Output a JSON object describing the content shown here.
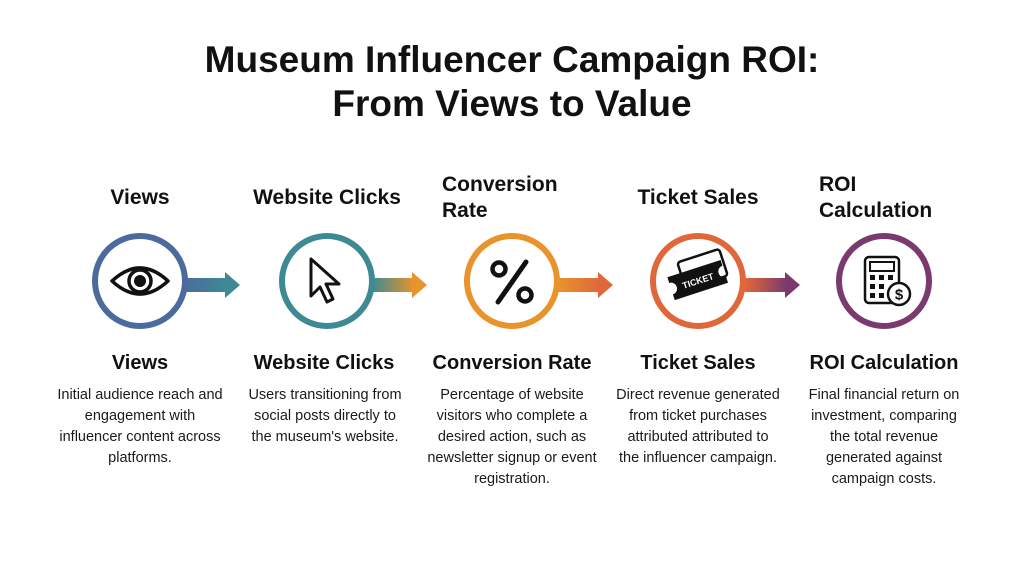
{
  "title": {
    "line1": "Museum Influencer Campaign ROI:",
    "line2": "From Views to Value"
  },
  "steps": [
    {
      "top_label": "Views",
      "label": "Views",
      "description": "Initial audience reach and engagement with influencer content across platforms.",
      "icon": "eye-icon",
      "color": "#4C6B9C"
    },
    {
      "top_label": "Website Clicks",
      "label": "Website Clicks",
      "description": "Users transitioning from social posts directly to the museum's website.",
      "icon": "cursor-icon",
      "color": "#3E8A94"
    },
    {
      "top_label": "Conversion Rate",
      "label": "Conversion Rate",
      "description": "Percentage of website visitors who complete a desired action, such as newsletter signup or event registration.",
      "icon": "percent-icon",
      "color": "#E8932C"
    },
    {
      "top_label": "Ticket Sales",
      "label": "Ticket Sales",
      "description": "Direct revenue generated from ticket purchases attributed attributed to the influencer campaign.",
      "icon": "ticket-icon",
      "color": "#E0673A",
      "ticket_text": "TICKET"
    },
    {
      "top_label": "ROI Calculation",
      "label": "ROI Calculation",
      "description": "Final financial return on investment, comparing the total revenue generated against campaign costs.",
      "icon": "calculator-dollar-icon",
      "color": "#7A3A6E"
    }
  ]
}
